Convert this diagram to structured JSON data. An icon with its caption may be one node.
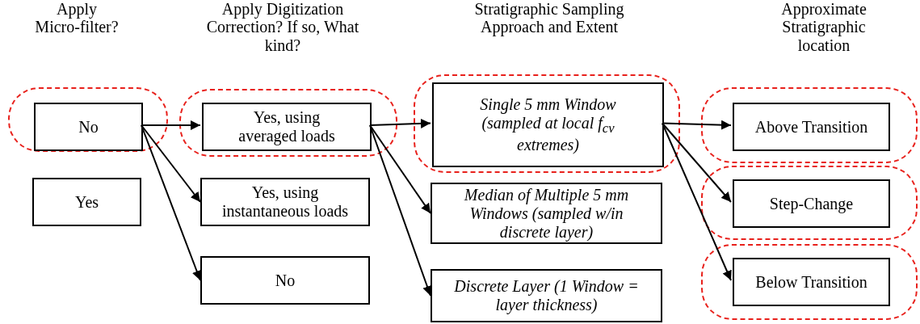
{
  "diagram": {
    "nodes": [
      {
        "text": [],
        "shape": "oval"
      },
      {
        "text": [
          "No"
        ],
        "in": 0
      },
      {
        "text": [
          "Yes"
        ]
      },
      {
        "text": [],
        "shape": "oval"
      },
      {
        "text": [
          "Yes, using averaged loads"
        ],
        "in": 3
      },
      {
        "text": [
          "Yes, using instantaneous loads"
        ]
      },
      {
        "text": [
          "No"
        ]
      },
      {
        "text": [],
        "shape": "oval"
      },
      {
        "text": [
          "Single 5 mm Window (sampled at local f$_{cv}$ extremes)"
        ],
        "in": 7
      },
      {
        "text": [
          "Median of Multiple 5 mm Windows (sampled w/in discrete layer)"
        ]
      },
      {
        "text": [
          "Discrete Layer (1 Window = layer thickness)"
        ]
      },
      {
        "text": [],
        "shape": "oval"
      },
      {
        "text": [
          "Above Transition"
        ],
        "in": 11
      },
      {
        "text": [],
        "shape": "oval"
      },
      {
        "text": [
          "Step-Change"
        ],
        "in": 13
      },
      {
        "text": [],
        "shape": "oval"
      },
      {
        "text": [
          "Below Transition"
        ],
        "in": 15
      }
    ],
    "edges": [
      {
        "from": 1,
        "to": 4,
        "arrow": "to"
      },
      {
        "from": 1,
        "to": 5,
        "arrow": "to"
      },
      {
        "from": 1,
        "to": 6,
        "arrow": "to"
      },
      {
        "from": 4,
        "to": 8,
        "arrow": "to"
      },
      {
        "from": 4,
        "to": 9,
        "arrow": "to"
      },
      {
        "from": 4,
        "to": 10,
        "arrow": "to"
      },
      {
        "from": 8,
        "to": 12,
        "arrow": "to"
      },
      {
        "from": 8,
        "to": 14,
        "arrow": "to"
      },
      {
        "from": 8,
        "to": 16,
        "arrow": "to"
      }
    ],
    "labels": [
      "Apply Micro-filter?",
      "Apply Digitization Correction? If so, What kind?",
      "Stratigraphic Sampling Approach and Extent",
      "Approximate Stratigraphic location"
    ]
  }
}
